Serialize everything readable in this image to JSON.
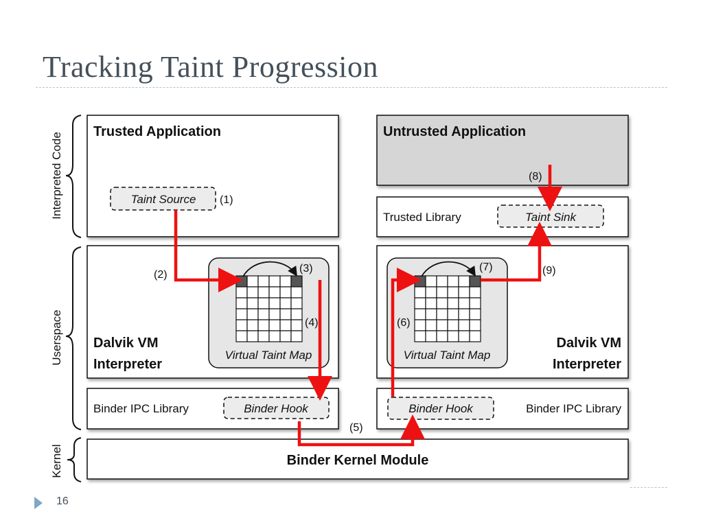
{
  "slide": {
    "title": "Tracking Taint Progression",
    "page_number": "16"
  },
  "diagram": {
    "side_labels": {
      "interpreted_code": "Interpreted Code",
      "userspace": "Userspace",
      "kernel": "Kernel"
    },
    "left": {
      "app_title": "Trusted Application",
      "taint_source": "Taint Source",
      "vm_line1": "Dalvik VM",
      "vm_line2": "Interpreter",
      "taint_map": "Virtual Taint Map",
      "ipc_library": "Binder IPC Library",
      "binder_hook": "Binder Hook"
    },
    "right": {
      "app_title": "Untrusted Application",
      "trusted_library": "Trusted Library",
      "taint_sink": "Taint Sink",
      "vm_line1": "Dalvik VM",
      "vm_line2": "Interpreter",
      "taint_map": "Virtual Taint Map",
      "binder_hook": "Binder Hook",
      "ipc_library": "Binder IPC Library"
    },
    "kernel_module": "Binder Kernel Module",
    "steps": {
      "s1": "(1)",
      "s2": "(2)",
      "s3": "(3)",
      "s4": "(4)",
      "s5": "(5)",
      "s6": "(6)",
      "s7": "(7)",
      "s8": "(8)",
      "s9": "(9)"
    },
    "colors": {
      "flow": "#ee1111",
      "untrusted_fill": "#d6d6d6",
      "dashed_fill": "#ececec",
      "map_panel_fill": "#e6e6e6",
      "marked_cell": "#555555"
    }
  }
}
